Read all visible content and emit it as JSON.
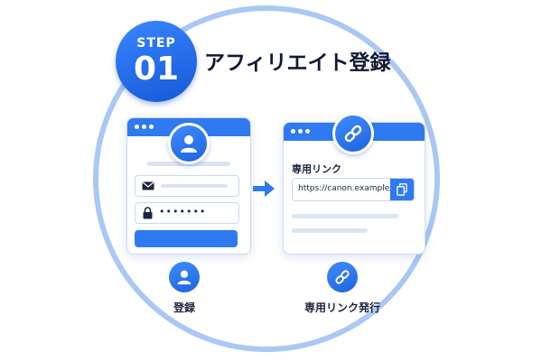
{
  "badge": {
    "step_label": "STEP",
    "step_number": "01"
  },
  "title": "アフィリエイト登録",
  "register_form": {
    "password_mask": "•••••••"
  },
  "link_panel": {
    "heading": "専用リンク",
    "url": "https://canon.example/xxx"
  },
  "captions": {
    "register": "登録",
    "issue_link": "専用リンク発行"
  },
  "icons": {
    "user": "user-icon",
    "mail": "mail-icon",
    "lock": "lock-icon",
    "link": "link-icon",
    "copy": "copy-icon",
    "arrow": "arrow-right-icon"
  },
  "colors": {
    "accent": "#2f7af0",
    "ring": "#a9c8f5",
    "text": "#1b2540"
  }
}
